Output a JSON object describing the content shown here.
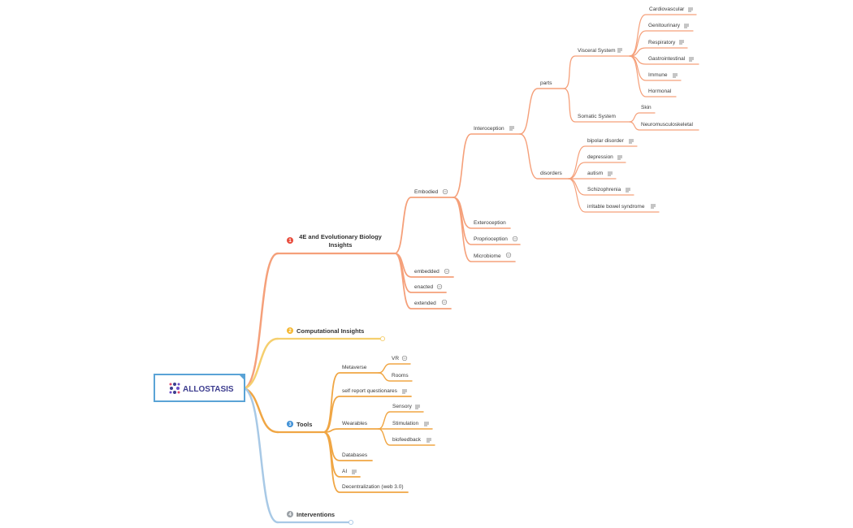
{
  "root": {
    "logo_text": "ALLOSTASIS"
  },
  "colors": {
    "branch1": "#f5a07a",
    "branch2": "#f5cf6e",
    "branch3": "#f0a644",
    "branch4": "#a8c9e6",
    "badge1": "#e84c3d",
    "badge2": "#f5b731",
    "badge3": "#3d8fd6",
    "badge4": "#9aa0a6",
    "root_border": "#5aa3d6",
    "logo": "#3d3d8f"
  },
  "branches": [
    {
      "number": "1",
      "label_line1": "4E and Evolutionary Biology",
      "label_line2": "Insights"
    },
    {
      "number": "2",
      "label": "Computational Insights"
    },
    {
      "number": "3",
      "label": "Tools"
    },
    {
      "number": "4",
      "label": "Interventions"
    }
  ],
  "b1": {
    "embodied": "Embodied",
    "embedded": "embedded",
    "enacted": "enacted",
    "extended": "extended",
    "interoception": "Interoception",
    "exteroception": "Exteroception",
    "proprioception": "Proprioception",
    "microbiome": "Microbiome",
    "parts": "parts",
    "disorders": "disorders",
    "visceral": "Visceral System",
    "somatic": "Somatic System",
    "visceral_items": [
      "Cardiovascular",
      "Genitourinary",
      "Respiratory",
      "Gastrointestinal",
      "Immune",
      "Hormonal"
    ],
    "somatic_items": [
      "Skin",
      "Neuromusculoskeletal"
    ],
    "disorder_items": [
      "bipolar disorder",
      "depression",
      "autism",
      "Schizophrenia",
      "irritable bowel syndrome"
    ]
  },
  "b3": {
    "metaverse": "Metaverse",
    "vr": "VR",
    "rooms": "Rooms",
    "self_report": "self report questionares",
    "wearables": "Wearables",
    "sensory": "Sensory",
    "stimulation": "Stimulation",
    "biofeedback": "biofeedback",
    "databases": "Databases",
    "ai": "AI",
    "decentralization": "Decentralization (web 3.0)"
  }
}
